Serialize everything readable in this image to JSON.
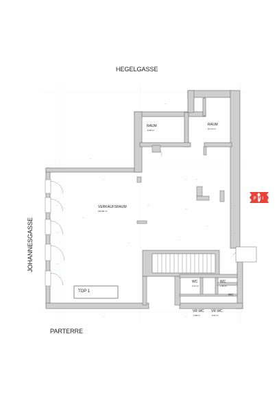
{
  "streets": {
    "north": "HEGELGASSE",
    "west": "JOHANNESGASSE"
  },
  "floor_label": "PARTERRE",
  "unit_label": "TOP 1",
  "rooms": [
    {
      "id": "raum-1",
      "name": "RAUM",
      "area": "8,48 m²"
    },
    {
      "id": "raum-2",
      "name": "RAUM",
      "area": "10,73 m²"
    },
    {
      "id": "verkaufsraum",
      "name": "VERKAUFSRAUM",
      "area": "232,80 m²"
    },
    {
      "id": "wc-1",
      "name": "WC",
      "area": "2,21 m²"
    },
    {
      "id": "wc-2",
      "name": "WC",
      "area": "1,96 m²"
    },
    {
      "id": "wc-3",
      "name": "WC",
      "area": ""
    },
    {
      "id": "vr-wc-1",
      "name": "VR WC",
      "area": "2,08 m²"
    },
    {
      "id": "vr-wc-2",
      "name": "VR WC",
      "area": "2,51 m²"
    }
  ],
  "logo": {
    "text": "FHI",
    "color": "#e8423a"
  },
  "colors": {
    "wall": "#cfcfcf",
    "wall_stroke": "#666666",
    "dimension": "#e0534c",
    "grid": "#d8d8d8"
  }
}
